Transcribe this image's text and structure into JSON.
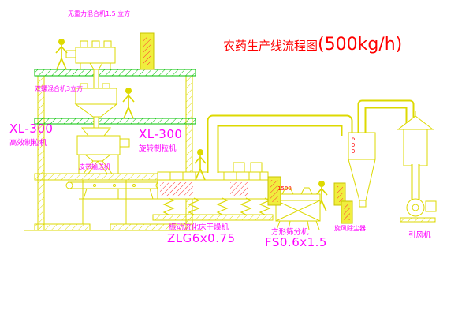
{
  "title": {
    "main": "农药生产线流程图",
    "capacity": "(500kg/h)"
  },
  "labels": {
    "gravity_mixer": "无重力混合机1.5 立方",
    "screw_mixer": "双螺混合机3立方",
    "granulator_left_model": "XL-300",
    "granulator_left_name": "高效制粒机",
    "granulator_right_model": "XL-300",
    "granulator_right_name": "旋转制粒机",
    "belt_conveyor": "皮带输送机",
    "dryer_name": "振动流化床干燥机",
    "dryer_model": "ZLG6x0.75",
    "sieve_name": "方形筛分机",
    "sieve_model": "FS0.6x1.5",
    "cyclone": "旋风除尘器",
    "fan": "引风机"
  },
  "dimensions": {
    "sieve_length": "1500",
    "cyclone_diameter": "600"
  },
  "colors": {
    "line_yellow": "#ddd900",
    "line_green": "#00c000",
    "hatch_red": "#ff3333",
    "text_magenta": "#ff00ff",
    "text_red": "#ff0000",
    "background": "#ffffff"
  }
}
